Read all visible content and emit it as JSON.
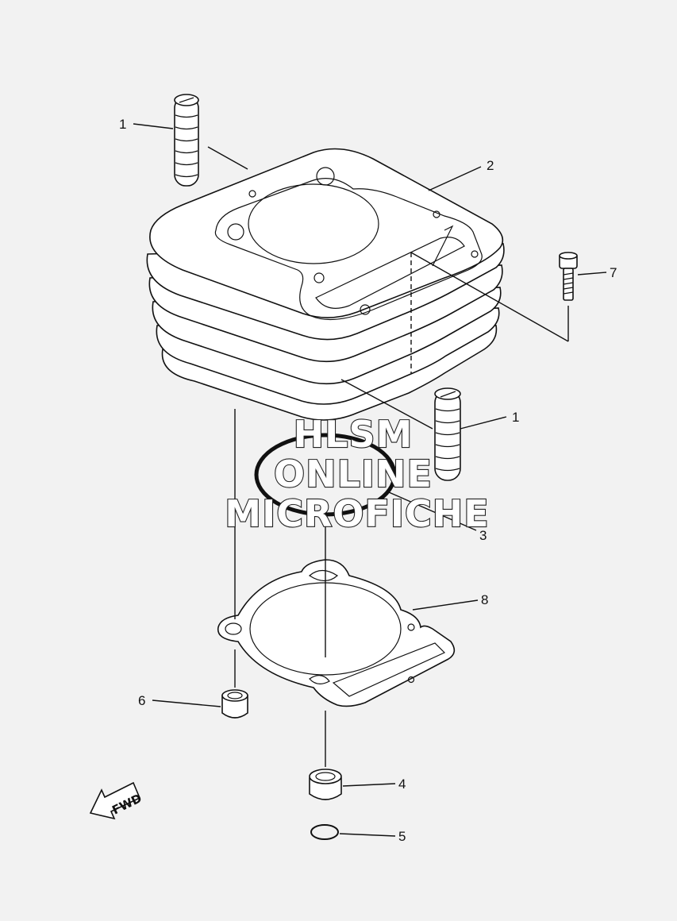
{
  "callouts": [
    {
      "id": "1a",
      "label": "1"
    },
    {
      "id": "2",
      "label": "2"
    },
    {
      "id": "7",
      "label": "7"
    },
    {
      "id": "1b",
      "label": "1"
    },
    {
      "id": "3",
      "label": "3"
    },
    {
      "id": "8",
      "label": "8"
    },
    {
      "id": "6",
      "label": "6"
    },
    {
      "id": "4",
      "label": "4"
    },
    {
      "id": "5",
      "label": "5"
    }
  ],
  "watermark": {
    "line1": "HLSM",
    "line2": "ONLINE",
    "line3": "MICROFICHE"
  },
  "direction_arrow": {
    "label": "FWD"
  }
}
